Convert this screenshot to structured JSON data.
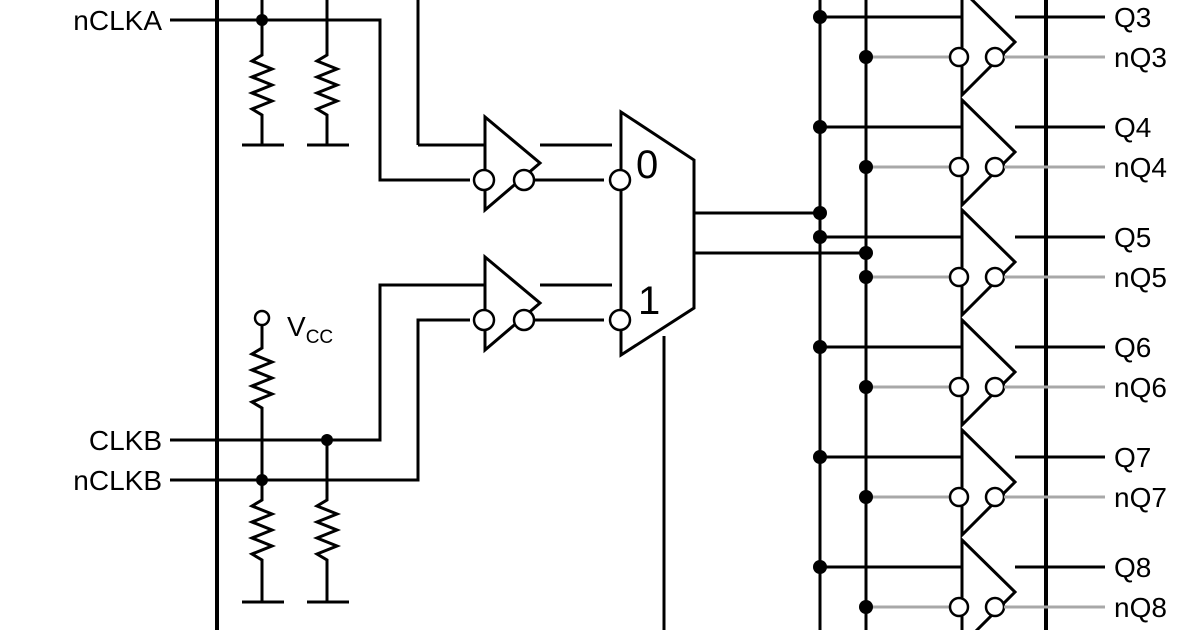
{
  "inputs": {
    "nclka": "nCLKA",
    "clkb": "CLKB",
    "nclkb": "nCLKB"
  },
  "supply": {
    "main": "V",
    "sub": "CC"
  },
  "mux": {
    "in0": "0",
    "in1": "1"
  },
  "outputs": [
    {
      "q": "Q3",
      "nq": "nQ3"
    },
    {
      "q": "Q4",
      "nq": "nQ4"
    },
    {
      "q": "Q5",
      "nq": "nQ5"
    },
    {
      "q": "Q6",
      "nq": "nQ6"
    },
    {
      "q": "Q7",
      "nq": "nQ7"
    },
    {
      "q": "Q8",
      "nq": "nQ8"
    }
  ]
}
